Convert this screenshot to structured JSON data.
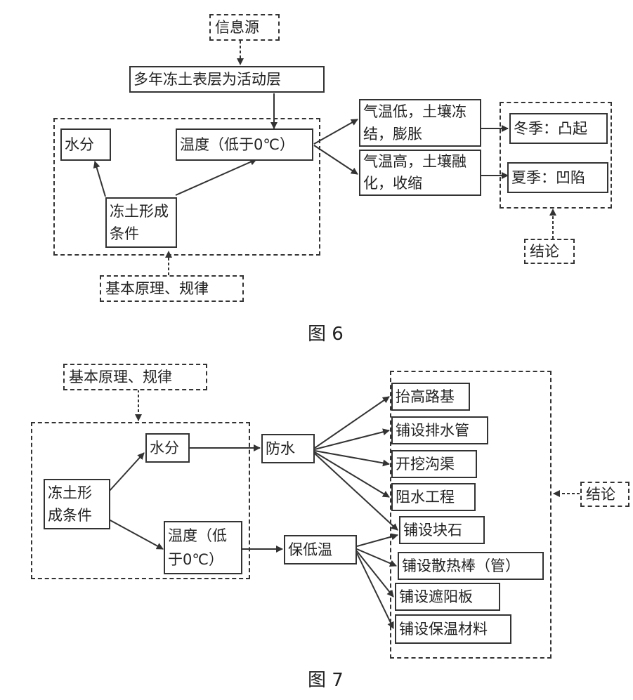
{
  "fig6": {
    "caption": "图 6",
    "info_source": "信息源",
    "active_layer": "多年冻土表层为活动层",
    "water": "水分",
    "temperature": "温度（低于0℃）",
    "frozen_conditions": "冻土形成条件",
    "principles": "基本原理、规律",
    "cold": "气温低，土壤冻结，膨胀",
    "warm": "气温高，土壤融化，收缩",
    "winter": "冬季：凸起",
    "summer": "夏季：凹陷",
    "conclusion": "结论"
  },
  "fig7": {
    "caption": "图 7",
    "principles": "基本原理、规律",
    "frozen_conditions": "冻土形成条件",
    "water": "水分",
    "temperature": "温度（低于0℃）",
    "waterproof": "防水",
    "keep_cold": "保低温",
    "conclusion": "结论",
    "measures": [
      "抬高路基",
      "铺设排水管",
      "开挖沟渠",
      "阻水工程",
      "铺设块石",
      "铺设散热棒（管）",
      "铺设遮阳板",
      "铺设保温材料"
    ]
  }
}
